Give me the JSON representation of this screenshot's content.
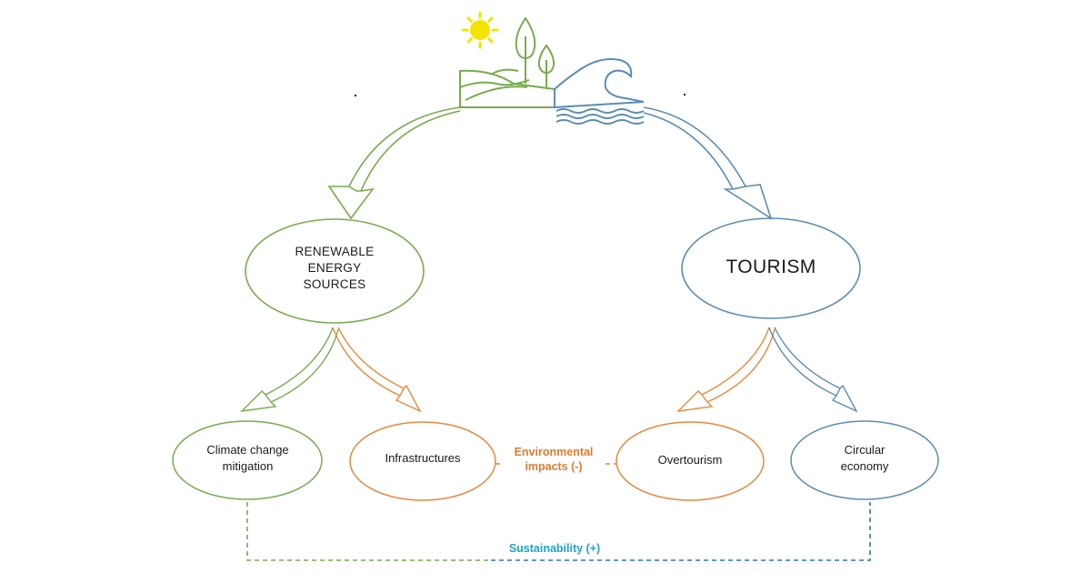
{
  "colors": {
    "green": "#77ac4d",
    "blue": "#5b8db3",
    "orange": "#e6893c",
    "sun": "#f3e400",
    "sustainability": "#1ea3c8"
  },
  "nodes": {
    "renewable": {
      "lines": [
        "RENEWABLE",
        "ENERGY",
        "SOURCES"
      ]
    },
    "tourism": {
      "label": "TOURISM"
    },
    "climate": {
      "lines": [
        "Climate change",
        "mitigation"
      ]
    },
    "infrastructures": {
      "label": "Infrastructures"
    },
    "overtourism": {
      "label": "Overtourism"
    },
    "circular": {
      "lines": [
        "Circular",
        "economy"
      ]
    }
  },
  "links": {
    "environmental": {
      "lines": [
        "Environmental",
        "impacts (-)"
      ]
    },
    "sustainability": {
      "label": "Sustainability (+)"
    }
  },
  "icons": [
    "sun-icon",
    "hill-icon",
    "tree-icon",
    "wave-icon"
  ]
}
